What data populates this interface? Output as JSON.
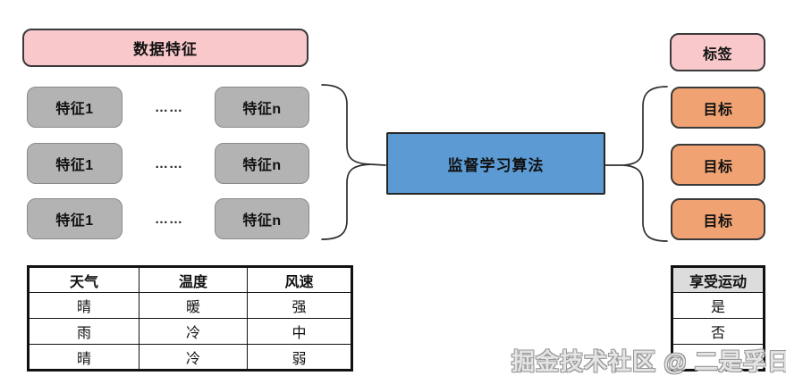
{
  "diagram": {
    "data_features_label": "数据特征",
    "label_label": "标签",
    "algorithm_label": "监督学习算法",
    "ellipsis": "……",
    "feature_rows": [
      {
        "left": "特征1",
        "right": "特征n"
      },
      {
        "left": "特征1",
        "right": "特征n"
      },
      {
        "left": "特征1",
        "right": "特征n"
      }
    ],
    "targets": [
      "目标",
      "目标",
      "目标"
    ]
  },
  "features_table": {
    "headers": [
      "天气",
      "温度",
      "风速"
    ],
    "rows": [
      [
        "晴",
        "暖",
        "强"
      ],
      [
        "雨",
        "冷",
        "中"
      ],
      [
        "晴",
        "冷",
        "弱"
      ]
    ]
  },
  "labels_table": {
    "header": "享受运动",
    "rows": [
      "是",
      "否",
      ""
    ]
  },
  "watermark": "掘金技术社区 @ 二是孚日",
  "colors": {
    "pink": "#f9c8cb",
    "gray": "#b3b3b3",
    "blue": "#5b9ad2",
    "orange": "#f0a273",
    "table_header_bg": "#dcdcdc",
    "border_dark": "#3a3a3a"
  }
}
